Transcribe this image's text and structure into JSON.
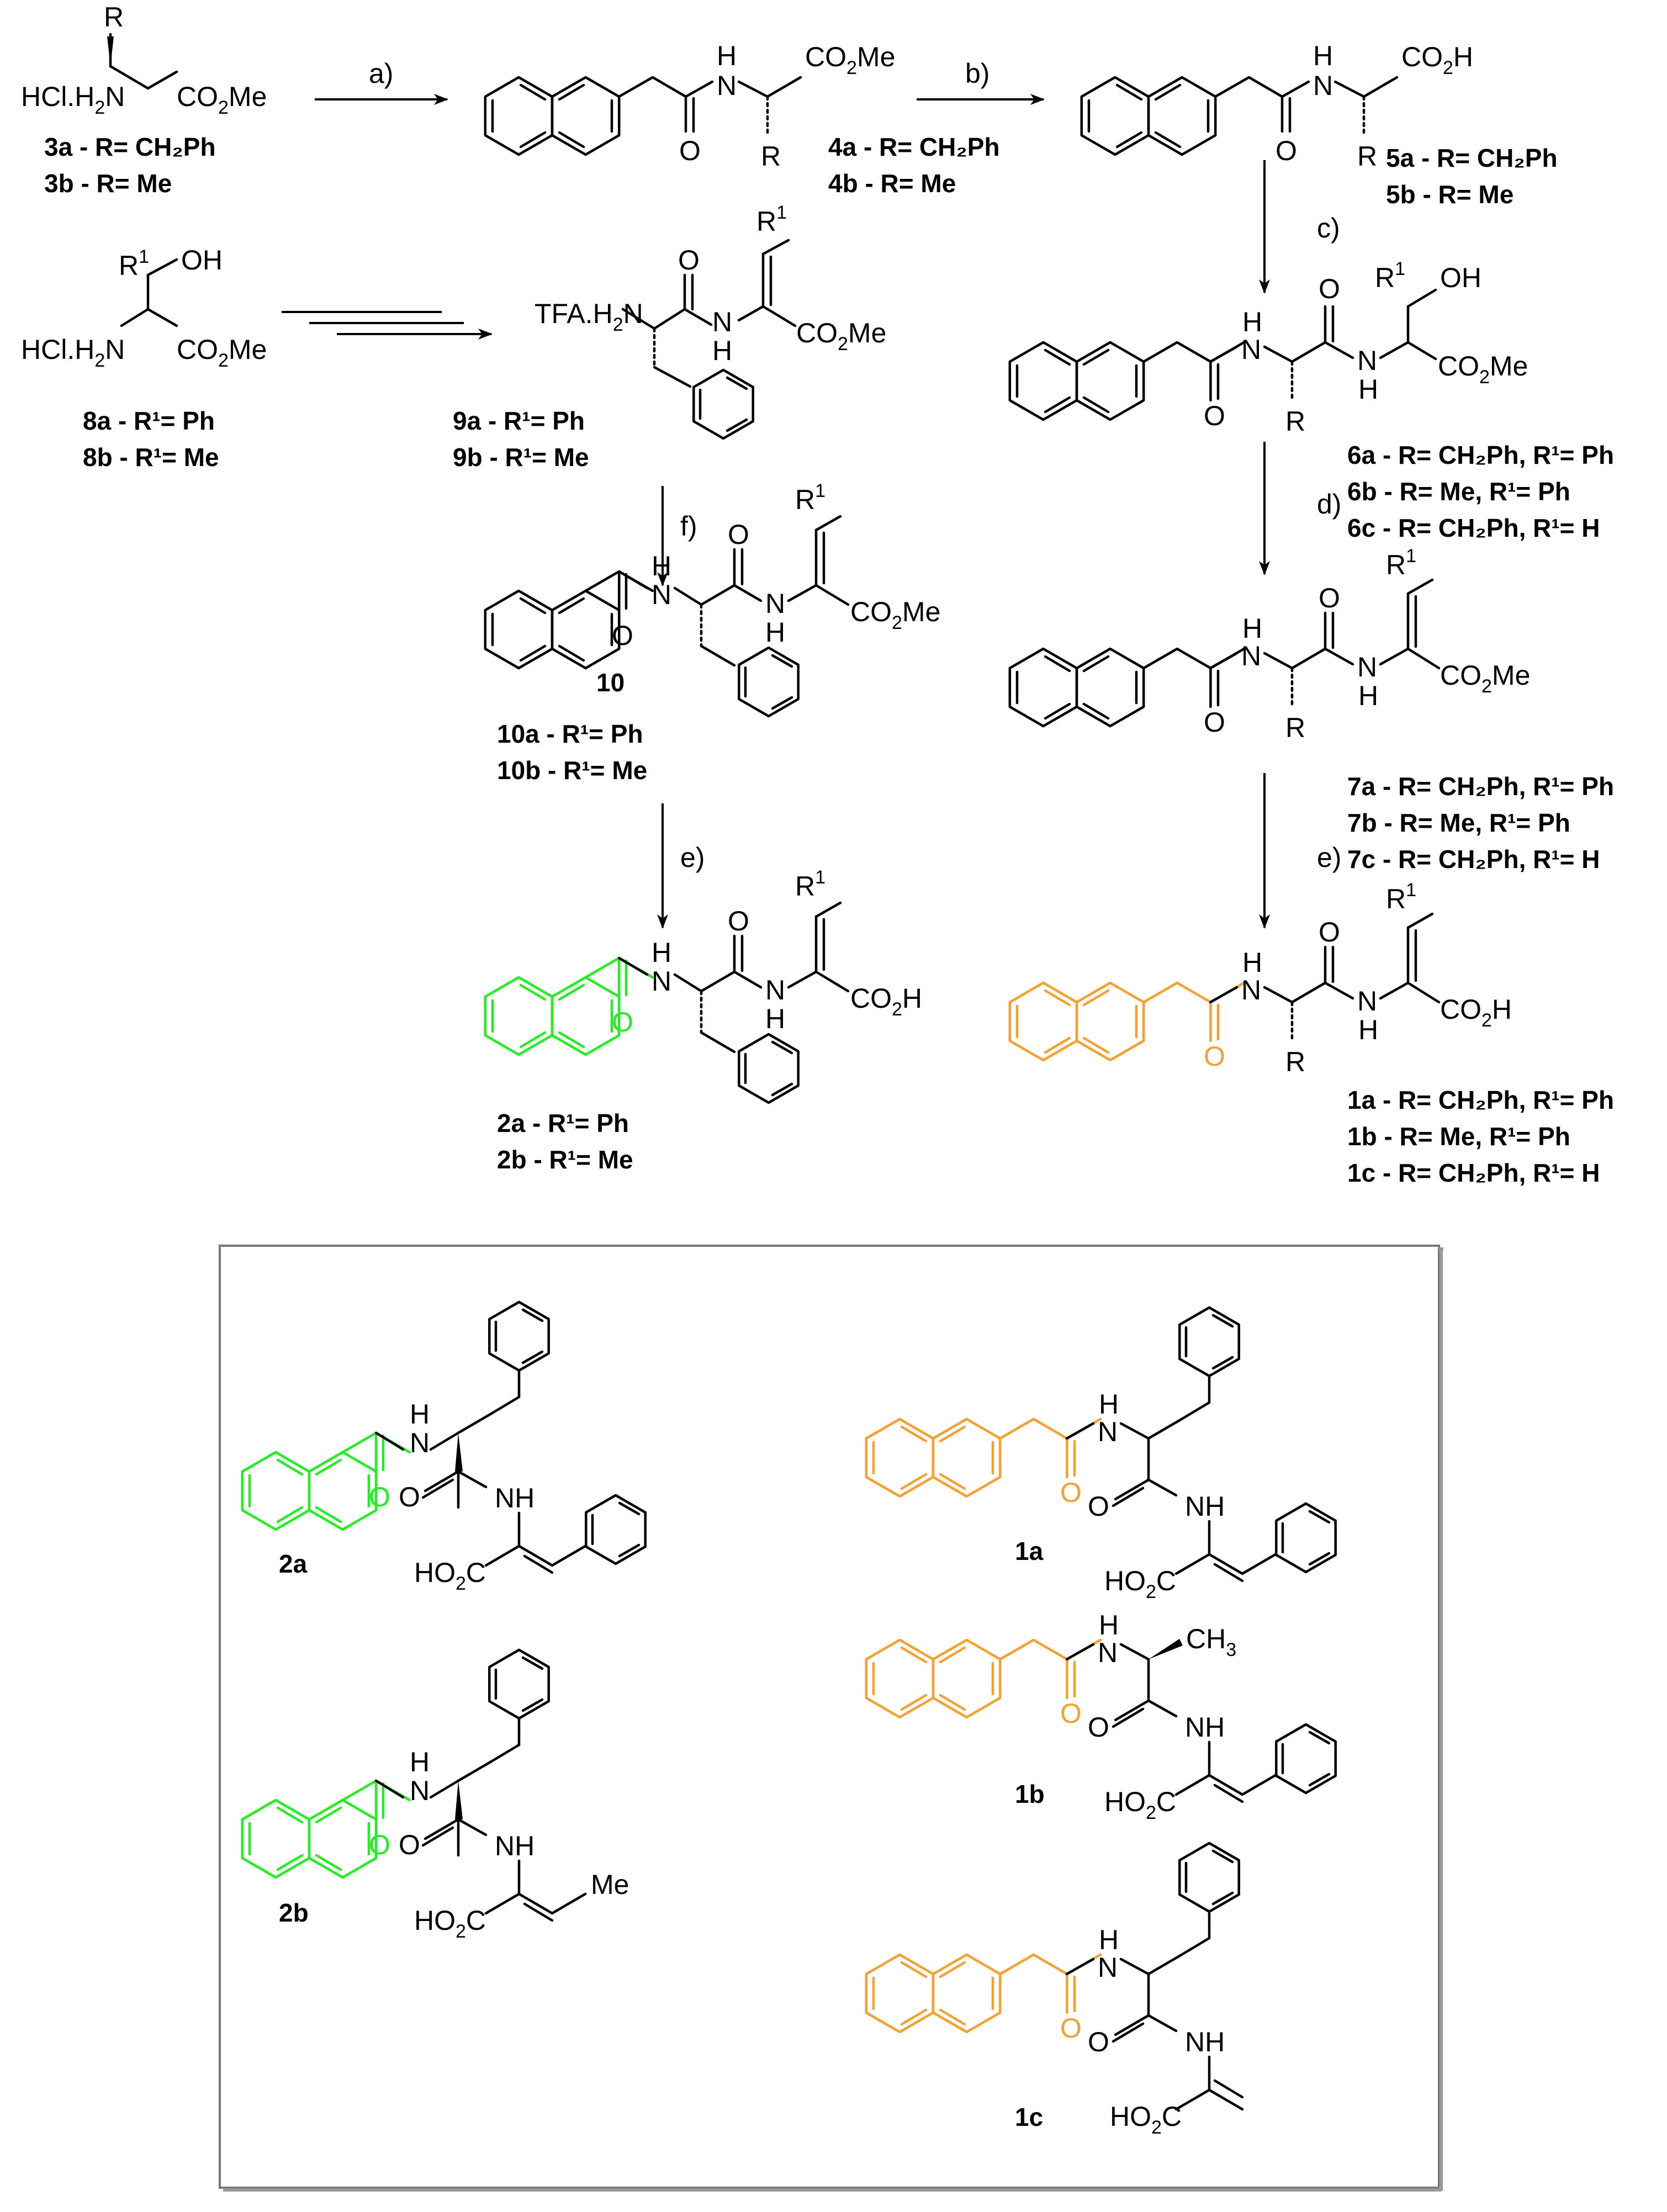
{
  "colors": {
    "naphthoyl_green": "#22ee22",
    "naphthylacetyl_orange": "#f7a030",
    "amide_red": "#e0102a",
    "ink": "#000000",
    "box_border": "#777777"
  },
  "atoms": {
    "R": "R",
    "R1": "R",
    "sup1": "1",
    "HCl_H2N": "HCl.H",
    "sub2": "2",
    "N": "N",
    "NH": "N",
    "H": "H",
    "O": "O",
    "OH": "OH",
    "CO2Me": "CO",
    "Me_tail": "Me",
    "CO2H": "CO",
    "H_tail": "H",
    "TFA_H2N": "TFA.H",
    "HO2C": "HO",
    "C": "C",
    "Me": "Me",
    "CH3": "CH",
    "sub3": "3"
  },
  "steps": {
    "a": "a)",
    "b": "b)",
    "c": "c)",
    "d": "d)",
    "e": "e)",
    "f": "f)"
  },
  "compounds": {
    "c3a": "3a - R= CH₂Ph",
    "c3b": "3b - R= Me",
    "c4a": "4a - R= CH₂Ph",
    "c4b": "4b - R= Me",
    "c5a": "5a - R= CH₂Ph",
    "c5b": "5b - R= Me",
    "c8a": "8a - R¹= Ph",
    "c8b": "8b - R¹= Me",
    "c9a": "9a - R¹= Ph",
    "c9b": "9b - R¹= Me",
    "c6a": "6a - R= CH₂Ph, R¹= Ph",
    "c6b": "6b - R= Me, R¹= Ph",
    "c6c": "6c - R= CH₂Ph, R¹= H",
    "c10": "10",
    "c10a": "10a - R¹= Ph",
    "c10b": "10b - R¹= Me",
    "c7a": "7a - R= CH₂Ph, R¹= Ph",
    "c7b": "7b - R= Me, R¹= Ph",
    "c7c": "7c - R= CH₂Ph, R¹= H",
    "c2a": "2a - R¹= Ph",
    "c2b": "2b - R¹= Me",
    "c1a": "1a - R= CH₂Ph, R¹= Ph",
    "c1b": "1b - R= Me, R¹= Ph",
    "c1c": "1c - R= CH₂Ph, R¹= H",
    "box_2a": "2a",
    "box_2b": "2b",
    "box_1a": "1a",
    "box_1b": "1b",
    "box_1c": "1c"
  }
}
